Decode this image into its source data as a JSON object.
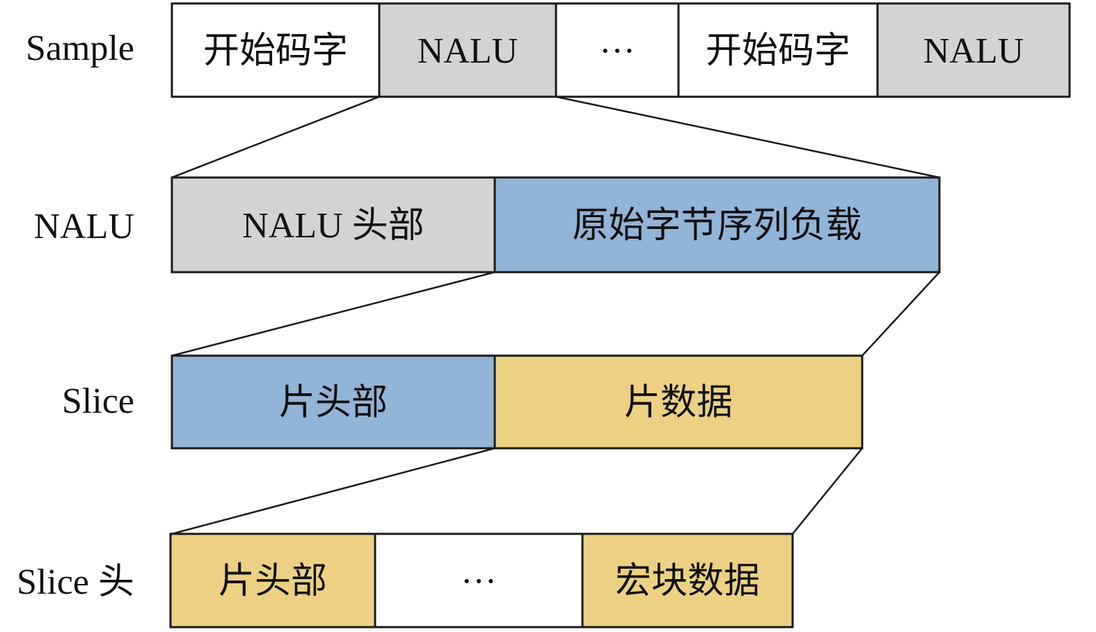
{
  "rows": [
    {
      "label": "Sample",
      "cells": [
        {
          "text": "开始码字",
          "fill": "#ffffff"
        },
        {
          "text": "NALU",
          "fill": "#d3d3d3"
        },
        {
          "text": "···",
          "fill": "#ffffff"
        },
        {
          "text": "开始码字",
          "fill": "#ffffff"
        },
        {
          "text": "NALU",
          "fill": "#d3d3d3"
        }
      ]
    },
    {
      "label": "NALU",
      "cells": [
        {
          "text": "NALU 头部",
          "fill": "#d3d3d3"
        },
        {
          "text": "原始字节序列负载",
          "fill": "#92b4d6"
        }
      ]
    },
    {
      "label": "Slice",
      "cells": [
        {
          "text": "片头部",
          "fill": "#92b4d6"
        },
        {
          "text": "片数据",
          "fill": "#ecd184"
        }
      ]
    },
    {
      "label": "Slice 头",
      "cells": [
        {
          "text": "片头部",
          "fill": "#ecd184"
        },
        {
          "text": "···",
          "fill": "#ffffff"
        },
        {
          "text": "宏块数据",
          "fill": "#ecd184"
        }
      ]
    }
  ]
}
